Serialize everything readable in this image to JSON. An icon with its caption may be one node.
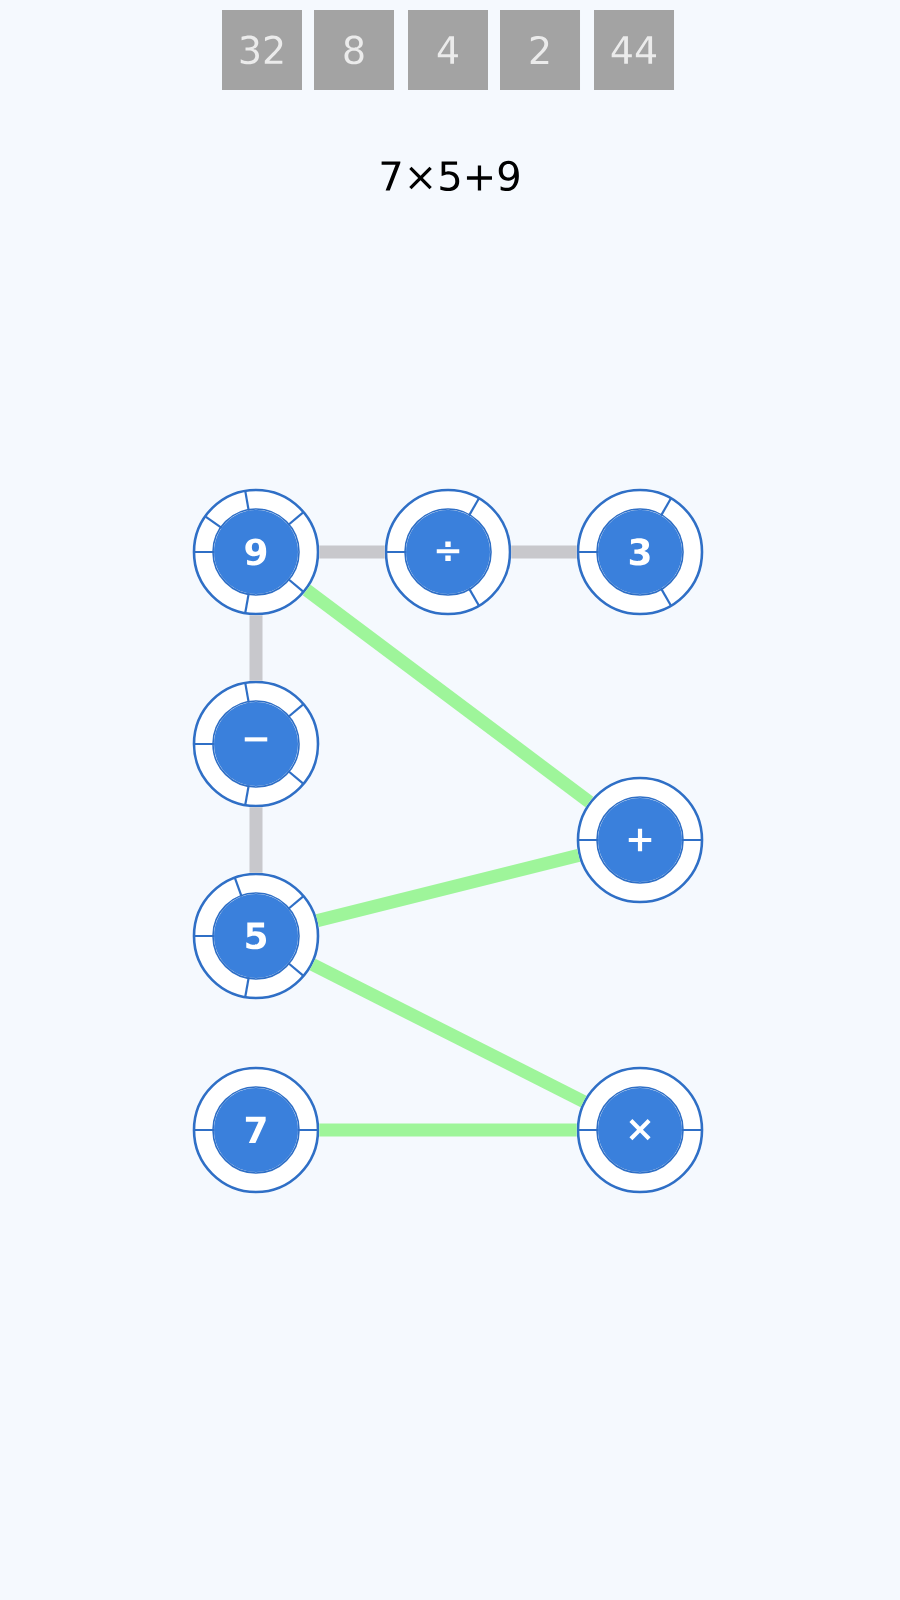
{
  "diagram": {
    "nodes": [
      {
        "text": [
          "32"
        ]
      },
      {
        "text": [
          "8"
        ]
      },
      {
        "text": [
          "4"
        ]
      },
      {
        "text": [
          "2"
        ]
      },
      {
        "text": [
          "44"
        ]
      },
      {
        "text": [
          "9"
        ]
      },
      {
        "text": [
          "÷"
        ]
      },
      {
        "text": [
          "3"
        ]
      },
      {
        "text": [
          "−"
        ]
      },
      {
        "text": [
          "+"
        ]
      },
      {
        "text": [
          "5"
        ]
      },
      {
        "text": [
          "7"
        ]
      },
      {
        "text": [
          "×"
        ]
      }
    ],
    "edges": [
      {
        "from": 5,
        "to": 6,
        "arrow": "none"
      },
      {
        "from": 6,
        "to": 7,
        "arrow": "none"
      },
      {
        "from": 5,
        "to": 8,
        "arrow": "none"
      },
      {
        "from": 8,
        "to": 10,
        "arrow": "none"
      },
      {
        "from": 5,
        "to": 9,
        "arrow": "none",
        "color": "#9ef59a"
      },
      {
        "from": 9,
        "to": 10,
        "arrow": "none",
        "color": "#9ef59a"
      },
      {
        "from": 10,
        "to": 12,
        "arrow": "none",
        "color": "#9ef59a"
      },
      {
        "from": 12,
        "to": 11,
        "arrow": "none",
        "color": "#9ef59a"
      }
    ],
    "labels": [
      "7×5+9"
    ]
  }
}
